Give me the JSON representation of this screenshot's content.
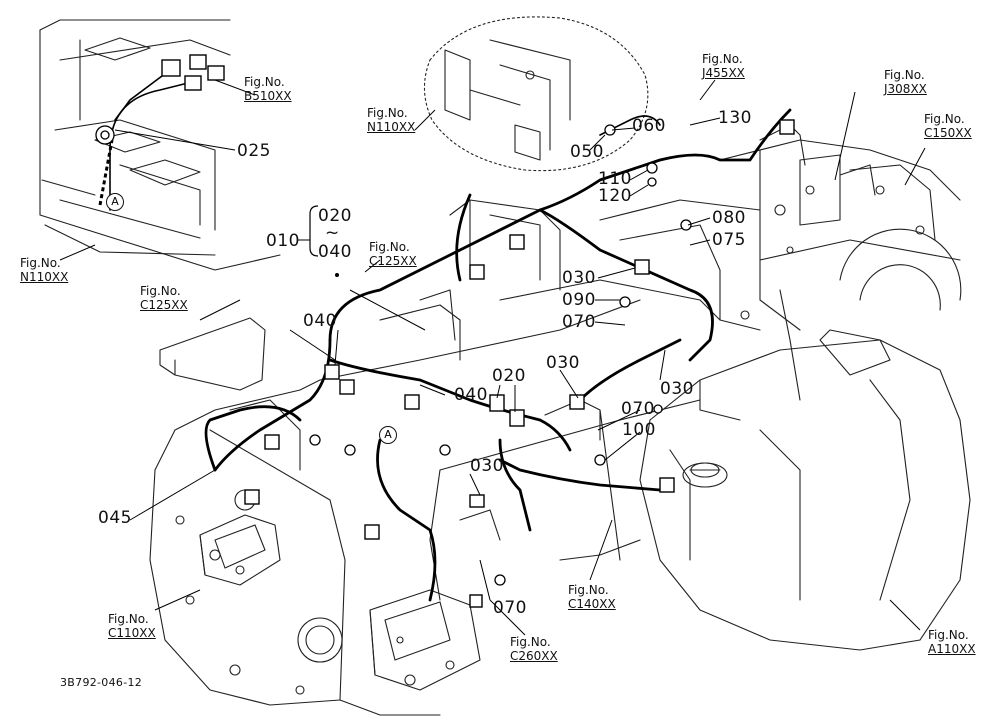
{
  "diagram_code": "3B792-046-12",
  "fig_refs": [
    {
      "id": "b510",
      "title": "Fig.No.",
      "ref": "B510XX"
    },
    {
      "id": "n110-top",
      "title": "Fig.No.",
      "ref": "N110XX"
    },
    {
      "id": "n110-left",
      "title": "Fig.No.",
      "ref": "N110XX"
    },
    {
      "id": "j455",
      "title": "Fig.No.",
      "ref": "J455XX"
    },
    {
      "id": "j308",
      "title": "Fig.No.",
      "ref": "J308XX"
    },
    {
      "id": "c150",
      "title": "Fig.No.",
      "ref": "C150XX"
    },
    {
      "id": "c125-mid",
      "title": "Fig.No.",
      "ref": "C125XX"
    },
    {
      "id": "c125-left",
      "title": "Fig.No.",
      "ref": "C125XX"
    },
    {
      "id": "c110",
      "title": "Fig.No.",
      "ref": "C110XX"
    },
    {
      "id": "c140",
      "title": "Fig.No.",
      "ref": "C140XX"
    },
    {
      "id": "c260",
      "title": "Fig.No.",
      "ref": "C260XX"
    },
    {
      "id": "a110",
      "title": "Fig.No.",
      "ref": "A110XX"
    }
  ],
  "part_numbers": {
    "p025": "025",
    "p050": "050",
    "p060": "060",
    "p130": "130",
    "p110": "110",
    "p120": "120",
    "p080": "080",
    "p075": "075",
    "p010": "010",
    "p020_top": "020",
    "p040_top": "040",
    "p030_a": "030",
    "p090": "090",
    "p070_a": "070",
    "p030_b": "030",
    "p040_a": "040",
    "p040_b": "040",
    "p020_mid": "020",
    "p030_c": "030",
    "p070_b": "070",
    "p100": "100",
    "p030_d": "030",
    "p045": "045",
    "p070_c": "070"
  },
  "range_tilde": "~",
  "callout_A": "A"
}
